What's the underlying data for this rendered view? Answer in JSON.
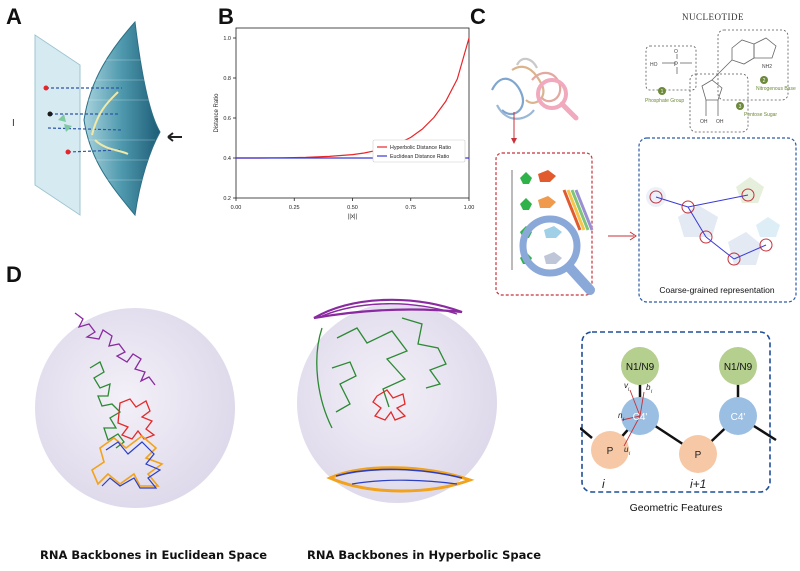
{
  "panels": {
    "a": {
      "letter": "A",
      "left_label": "I"
    },
    "b": {
      "letter": "B"
    },
    "c": {
      "letter": "C"
    },
    "d": {
      "letter": "D"
    }
  },
  "chart_data": {
    "type": "line",
    "title": "",
    "xlabel": "||x||",
    "ylabel": "Distance Ratio",
    "xlim": [
      0.0,
      1.0
    ],
    "ylim": [
      0.2,
      1.05
    ],
    "xticks": [
      0.0,
      0.25,
      0.5,
      0.75,
      1.0
    ],
    "xtick_labels": [
      "0.00",
      "0.25",
      "0.50",
      "0.75",
      "1.00"
    ],
    "yticks": [
      0.2,
      0.4,
      0.6,
      0.8,
      1.0
    ],
    "ytick_labels": [
      "0.2",
      "0.4",
      "0.6",
      "0.8",
      "1.0"
    ],
    "legend_position": "center-right",
    "grid": false,
    "series": [
      {
        "name": "Hyperbolic Distance Ratio",
        "color": "#e8262a",
        "x": [
          0.0,
          0.1,
          0.2,
          0.3,
          0.4,
          0.5,
          0.55,
          0.6,
          0.65,
          0.7,
          0.75,
          0.8,
          0.85,
          0.9,
          0.95,
          1.0
        ],
        "y": [
          0.4,
          0.4,
          0.401,
          0.403,
          0.408,
          0.417,
          0.425,
          0.437,
          0.452,
          0.474,
          0.503,
          0.545,
          0.603,
          0.683,
          0.795,
          1.0
        ]
      },
      {
        "name": "Euclidean Distance Ratio",
        "color": "#3a3ad6",
        "x": [
          0.0,
          1.0
        ],
        "y": [
          0.4,
          0.4
        ]
      }
    ]
  },
  "nucleotide": {
    "title": "NUCLEOTIDE",
    "parts": [
      {
        "num": "1",
        "label": "Phosphate Group"
      },
      {
        "num": "2",
        "label": "Nitrogenous Base"
      },
      {
        "num": "3",
        "label": "Pentose Sugar"
      }
    ],
    "atom_labels": {
      "ho": "HO",
      "p": "P",
      "o": "O",
      "nh2": "NH2",
      "oh1": "OH",
      "oh2": "OH"
    }
  },
  "coarse_grained": {
    "caption": "Coarse-grained representation"
  },
  "geometric": {
    "caption": "Geometric Features",
    "n1_left": "N1/N9",
    "n1_right": "N1/N9",
    "c4_left": "C4'",
    "c4_right": "C4'",
    "p_left": "P",
    "p_right": "P",
    "index_left": "i",
    "index_right": "i+1",
    "vec_v": "v",
    "vec_b": "b",
    "vec_n": "n",
    "vec_u": "u",
    "sub_i": "i"
  },
  "captions": {
    "euclidean": "RNA Backbones in Euclidean Space",
    "hyperbolic": "RNA Backbones in Hyperbolic Space"
  },
  "colors": {
    "accent_red": "#e8262a",
    "accent_blue": "#3a3ad6",
    "dashed_blue": "#1f4e9a",
    "node_green": "#b4cf8e",
    "node_blue": "#9bbfe3",
    "node_peach": "#f6c8a6",
    "teal": "#2f7c93"
  }
}
